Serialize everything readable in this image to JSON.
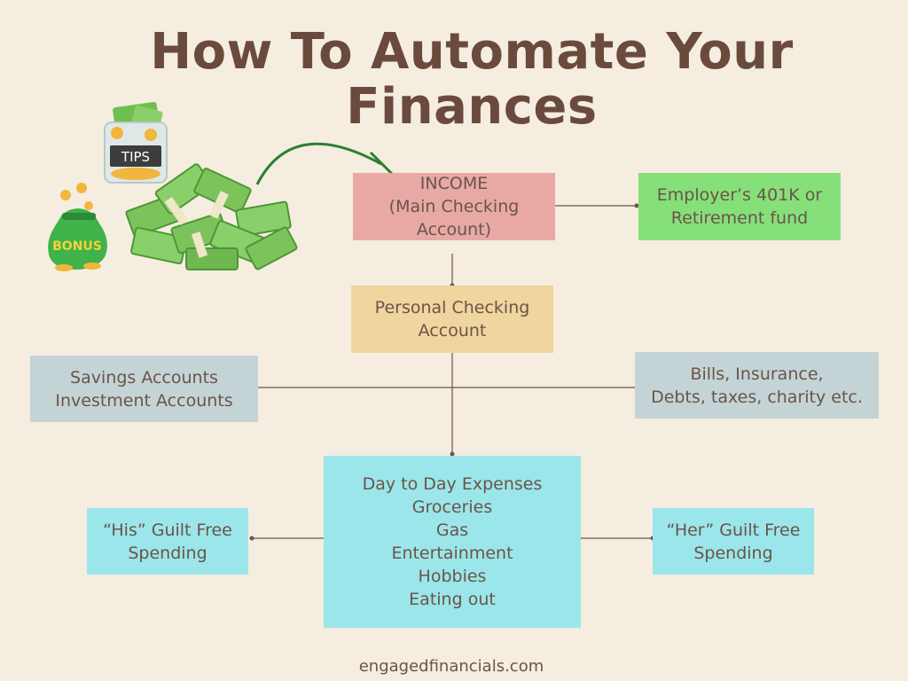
{
  "title": {
    "line1": "How To Automate Your",
    "line2": "Finances"
  },
  "illustration": {
    "jar_label": "TIPS",
    "bag_label": "BONUS",
    "icons": [
      "tips-jar-icon",
      "bonus-bag-icon",
      "money-pile-icon",
      "curved-arrow-icon"
    ]
  },
  "nodes": {
    "income": {
      "lines": [
        "INCOME",
        "(Main Checking",
        "Account)"
      ],
      "color": "#e8a9a5"
    },
    "retirement": {
      "lines": [
        "Employer’s 401K or",
        "Retirement fund"
      ],
      "color": "#86e07a"
    },
    "personal": {
      "lines": [
        "Personal Checking",
        "Account"
      ],
      "color": "#f0d59e"
    },
    "savings": {
      "lines": [
        "Savings Accounts",
        "Investment Accounts"
      ],
      "color": "#c4d4d6"
    },
    "bills": {
      "lines": [
        "Bills, Insurance,",
        "Debts, taxes, charity  etc."
      ],
      "color": "#c4d4d6"
    },
    "daily": {
      "lines": [
        "Day to Day Expenses",
        "Groceries",
        "Gas",
        "Entertainment",
        "Hobbies",
        "Eating out"
      ],
      "color": "#9be6ea"
    },
    "his": {
      "lines": [
        "“His” Guilt Free",
        "Spending"
      ],
      "color": "#9be6ea"
    },
    "her": {
      "lines": [
        "“Her” Guilt Free",
        "Spending"
      ],
      "color": "#9be6ea"
    }
  },
  "footer": "engagedfinancials.com"
}
